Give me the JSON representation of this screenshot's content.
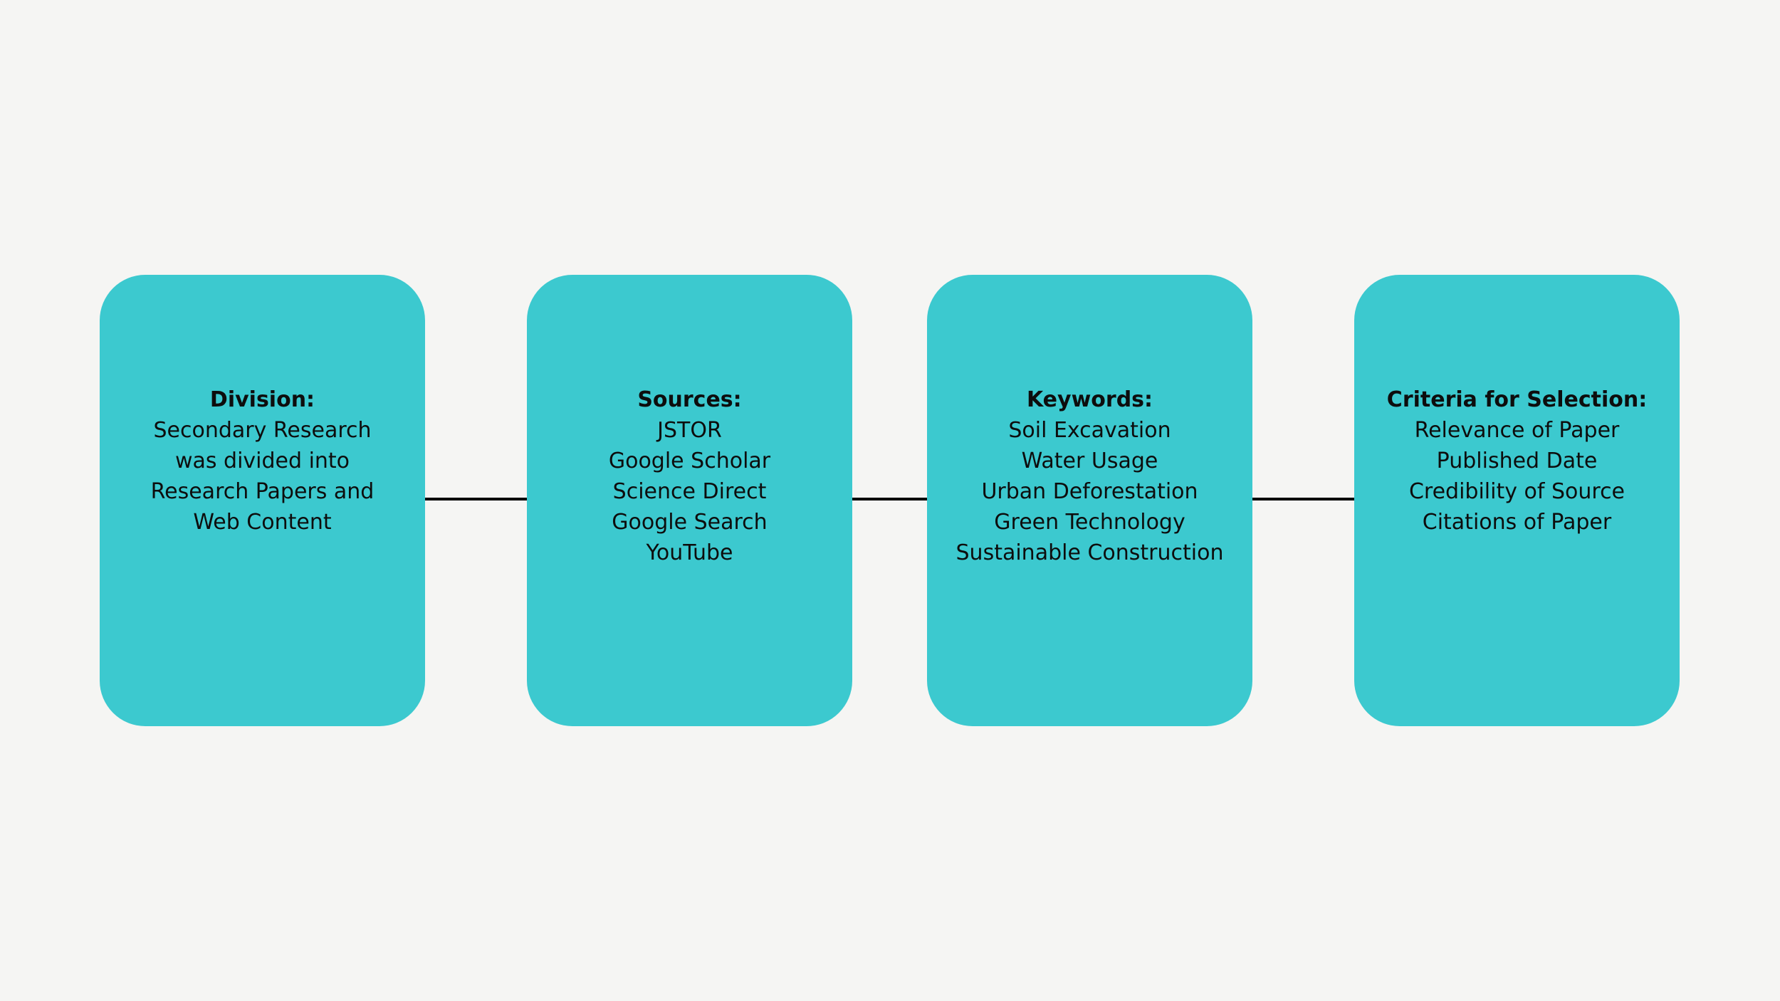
{
  "colors": {
    "background": "#f5f5f3",
    "card": "#3cc9cf",
    "connector": "#000000",
    "text": "#0d0d0d"
  },
  "cards": [
    {
      "title": "Division:",
      "lines": [
        "Secondary Research",
        "was divided into",
        "Research Papers and",
        "Web Content"
      ]
    },
    {
      "title": "Sources:",
      "lines": [
        "JSTOR",
        "Google Scholar",
        "Science Direct",
        "Google Search",
        "YouTube"
      ]
    },
    {
      "title": "Keywords:",
      "lines": [
        "Soil Excavation",
        "Water Usage",
        "Urban Deforestation",
        "Green Technology",
        "Sustainable Construction"
      ]
    },
    {
      "title": "Criteria for Selection:",
      "lines": [
        "Relevance of Paper",
        "Published Date",
        "Credibility of Source",
        "Citations of Paper"
      ]
    }
  ]
}
